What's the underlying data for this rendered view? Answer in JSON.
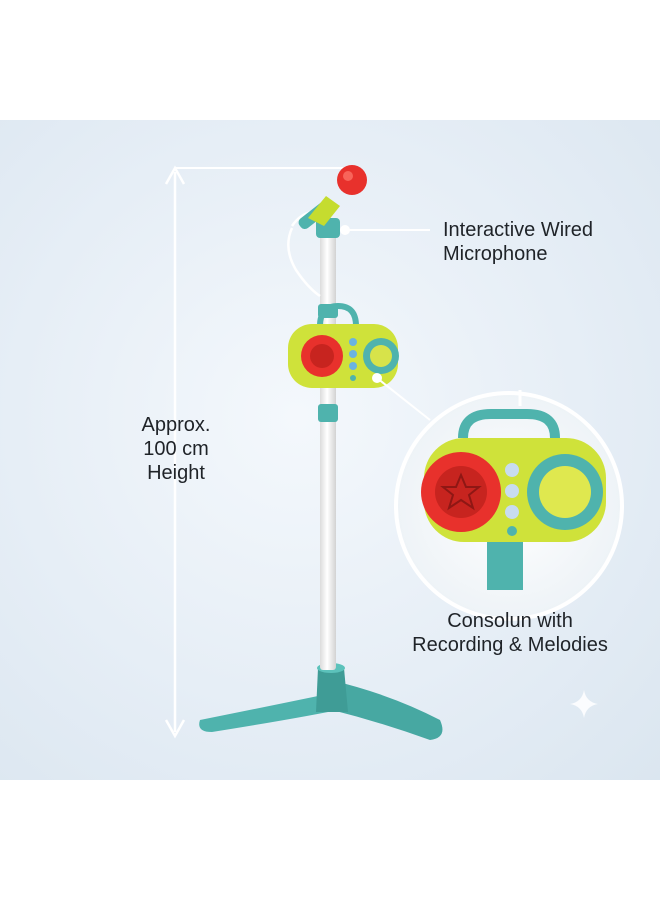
{
  "labels": {
    "height": [
      "Approx.",
      "100 cm",
      "Height"
    ],
    "microphone": [
      "Interactive Wired",
      "Microphone"
    ],
    "console": [
      "Consolun with",
      "Recording & Melodies"
    ]
  },
  "colors": {
    "background": "#e6eef6",
    "teal": "#4fb3ad",
    "yellow_green": "#cfe23a",
    "red": "#e8312c",
    "white_pole": "#f5f5f5",
    "text": "#1f2328"
  },
  "icons": [
    "height-arrow-icon",
    "sparkle-icon",
    "star-icon"
  ]
}
